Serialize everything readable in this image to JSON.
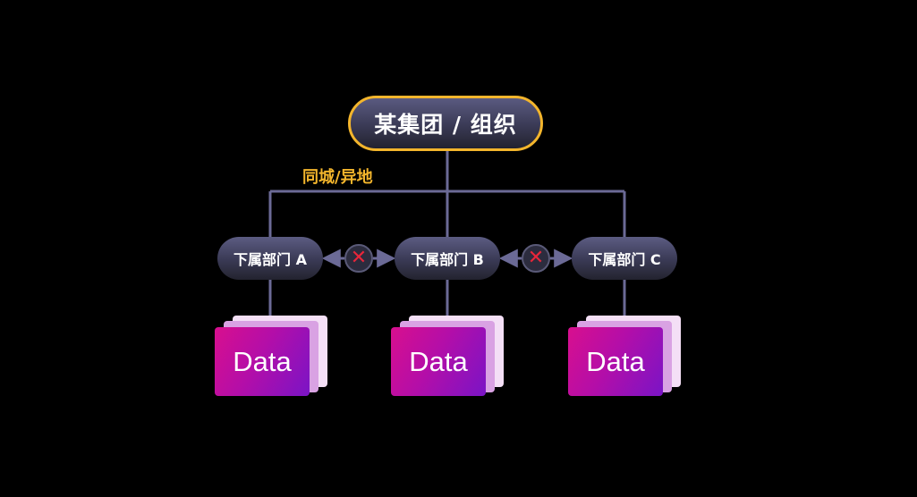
{
  "root": {
    "label": "某集团 / 组织"
  },
  "region_label": "同城/异地",
  "departments": [
    {
      "label": "下属部门 A",
      "data_label": "Data"
    },
    {
      "label": "下属部门 B",
      "data_label": "Data"
    },
    {
      "label": "下属部门 C",
      "data_label": "Data"
    }
  ],
  "blocked_links": [
    {
      "icon": "x-icon",
      "glyph": "✕"
    },
    {
      "icon": "x-icon",
      "glyph": "✕"
    }
  ],
  "colors": {
    "background": "#000000",
    "accent": "#f3b52c",
    "line": "#6b6a96",
    "blocked": "#e8263a",
    "data_gradient_start": "#d80f8e",
    "data_gradient_end": "#7a14c6"
  }
}
